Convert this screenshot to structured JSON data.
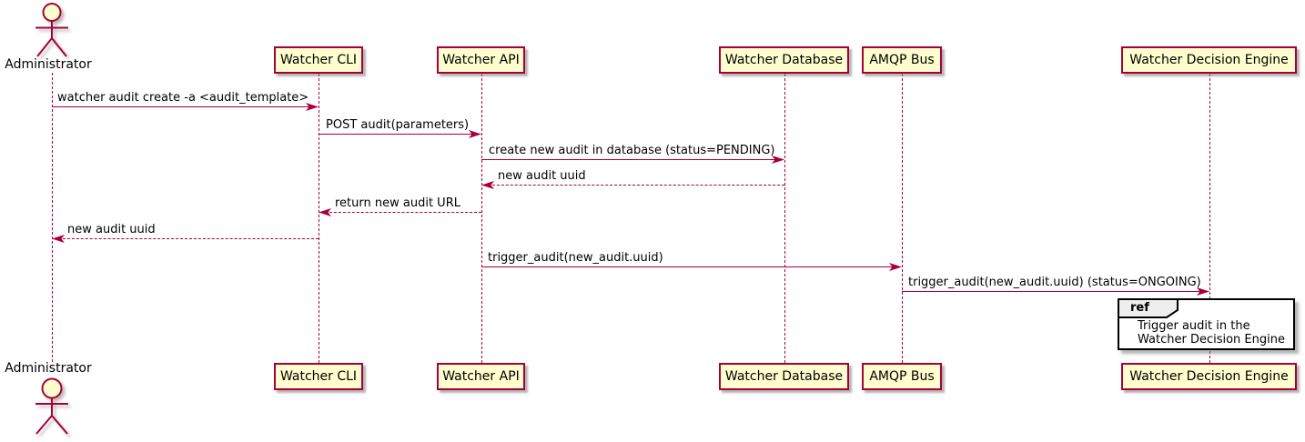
{
  "diagram": {
    "kind": "plantuml-sequence-diagram",
    "colors": {
      "accent": "#A80036",
      "participant_fill": "#FEFECE",
      "ref_fill": "#FFFFFF",
      "ref_label_fill": "#EEEEEE",
      "text": "#000000"
    },
    "actor": {
      "label": "Administrator"
    },
    "participants": [
      {
        "label": "Watcher CLI"
      },
      {
        "label": "Watcher API"
      },
      {
        "label": "Watcher Database"
      },
      {
        "label": "AMQP Bus"
      },
      {
        "label": "Watcher Decision Engine"
      }
    ],
    "messages": [
      {
        "text": "watcher audit create -a <audit_template>",
        "from": "Administrator",
        "to": "Watcher CLI",
        "line": "solid"
      },
      {
        "text": "POST audit(parameters)",
        "from": "Watcher CLI",
        "to": "Watcher API",
        "line": "solid"
      },
      {
        "text": "create new audit in database (status=PENDING)",
        "from": "Watcher API",
        "to": "Watcher Database",
        "line": "solid"
      },
      {
        "text": "new audit uuid",
        "from": "Watcher Database",
        "to": "Watcher API",
        "line": "dashed"
      },
      {
        "text": "return new audit URL",
        "from": "Watcher API",
        "to": "Watcher CLI",
        "line": "dashed"
      },
      {
        "text": "new audit uuid",
        "from": "Watcher CLI",
        "to": "Administrator",
        "line": "dashed"
      },
      {
        "text": "trigger_audit(new_audit.uuid)",
        "from": "Watcher API",
        "to": "AMQP Bus",
        "line": "solid"
      },
      {
        "text": "trigger_audit(new_audit.uuid) (status=ONGOING)",
        "from": "AMQP Bus",
        "to": "Watcher Decision Engine",
        "line": "solid"
      }
    ],
    "ref_fragment": {
      "keyword": "ref",
      "line1": "Trigger audit in the",
      "line2": "Watcher Decision Engine"
    }
  }
}
